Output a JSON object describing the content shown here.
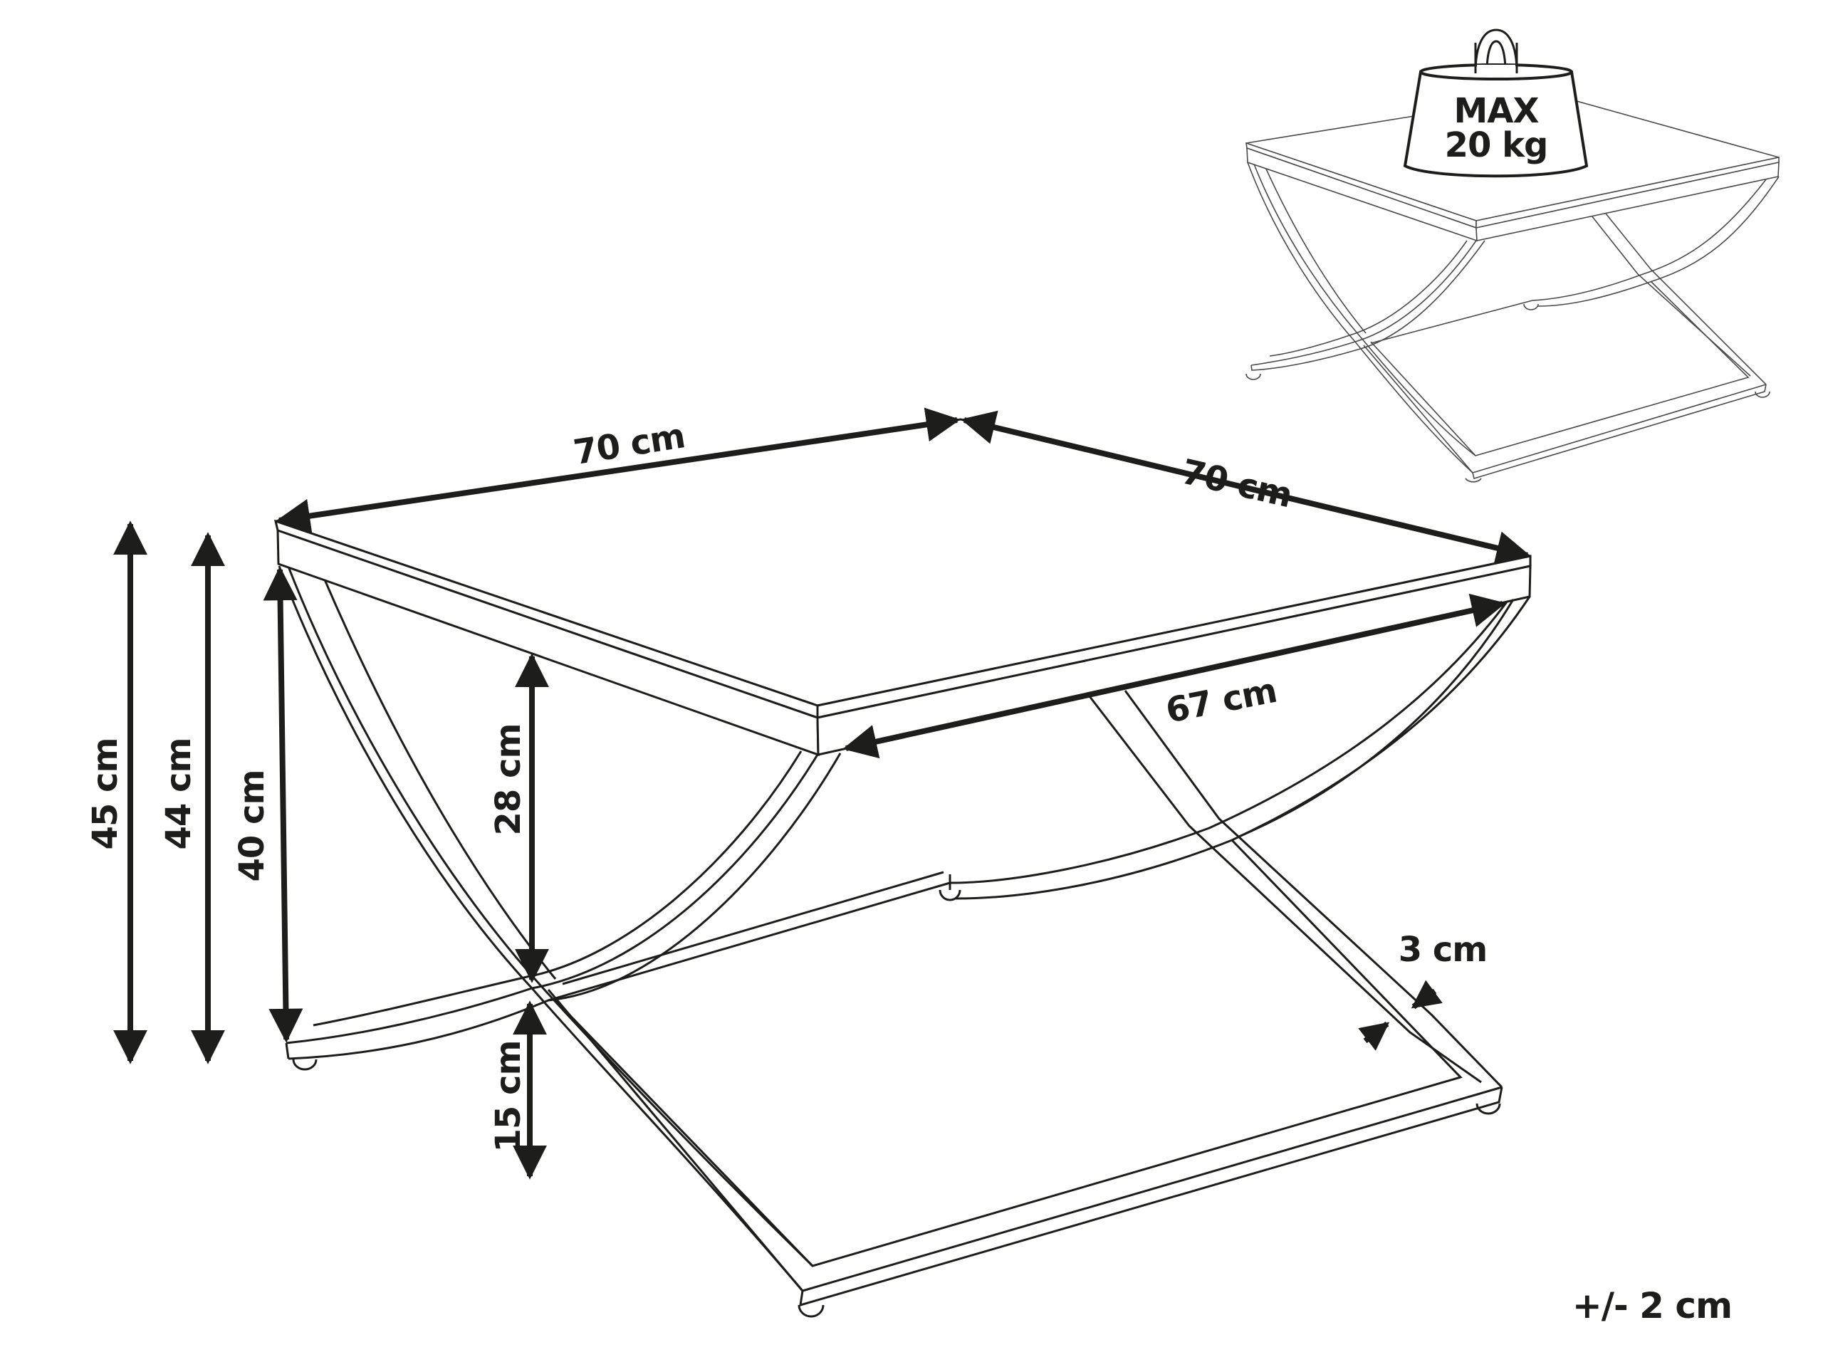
{
  "diagram": {
    "type": "dimension-drawing",
    "subject": "coffee table with X-shaped metal legs",
    "colors": {
      "ink": "#1d1d1b",
      "background": "#ffffff",
      "inset_line": "#4a4a4a"
    },
    "dimensions": {
      "top_width": "70 cm",
      "top_depth": "70 cm",
      "frame_inner_width": "67 cm",
      "total_height": "45 cm",
      "frame_height": "44 cm",
      "leg_height": "40 cm",
      "upper_cross_height": "28 cm",
      "lower_cross_height": "15 cm",
      "tube_width": "3 cm"
    },
    "tolerance": "+/- 2 cm",
    "load_badge": {
      "line1": "MAX",
      "line2": "20 kg"
    }
  }
}
